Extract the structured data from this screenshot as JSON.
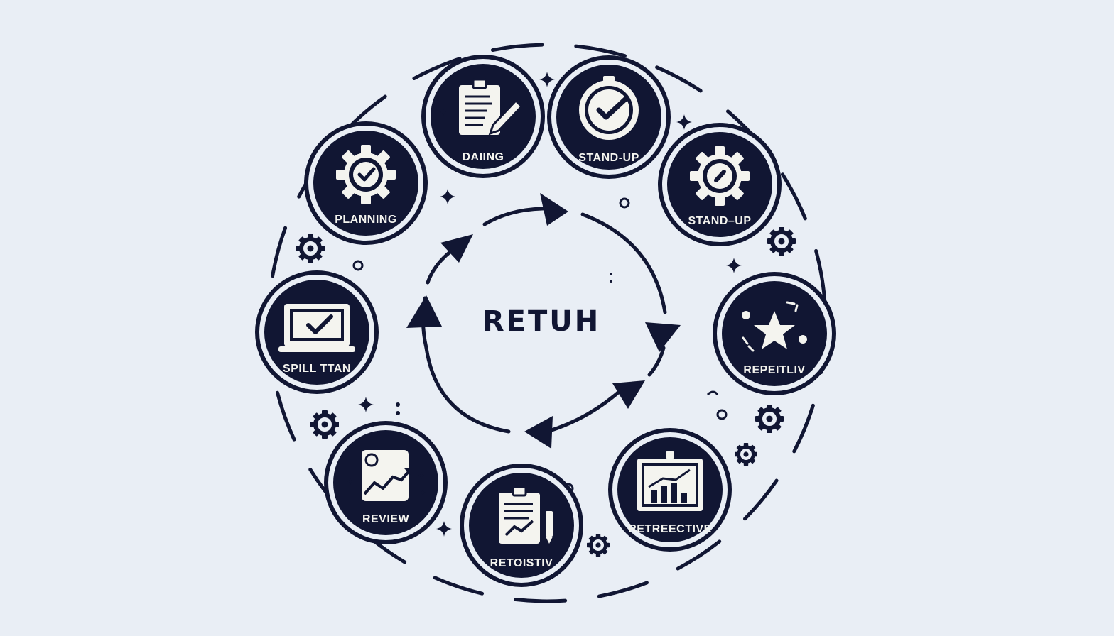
{
  "diagram": {
    "center_label": "RETUH",
    "stages": [
      {
        "id": "daiing",
        "label": "DAIING",
        "icon": "clipboard-pencil-icon"
      },
      {
        "id": "standup-1",
        "label": "STAND-UP",
        "icon": "clock-check-icon"
      },
      {
        "id": "standup-2",
        "label": "STAND–UP",
        "icon": "gear-slash-icon"
      },
      {
        "id": "repetitiv",
        "label": "REPEITLIV",
        "icon": "star-icon"
      },
      {
        "id": "retreective",
        "label": "RETREECTIVE",
        "icon": "board-chart-icon"
      },
      {
        "id": "retoistiv",
        "label": "RETOISTIV",
        "icon": "clipboard-chart-icon"
      },
      {
        "id": "review",
        "label": "REVIEW",
        "icon": "trend-chart-icon"
      },
      {
        "id": "spill-ttan",
        "label": "SPILL TTAN",
        "icon": "laptop-check-icon"
      },
      {
        "id": "planning",
        "label": "PLANNING",
        "icon": "gear-check-icon"
      }
    ],
    "colors": {
      "background": "#e9eef5",
      "ink": "#111633",
      "icon_fill": "#f4f4ef"
    }
  }
}
